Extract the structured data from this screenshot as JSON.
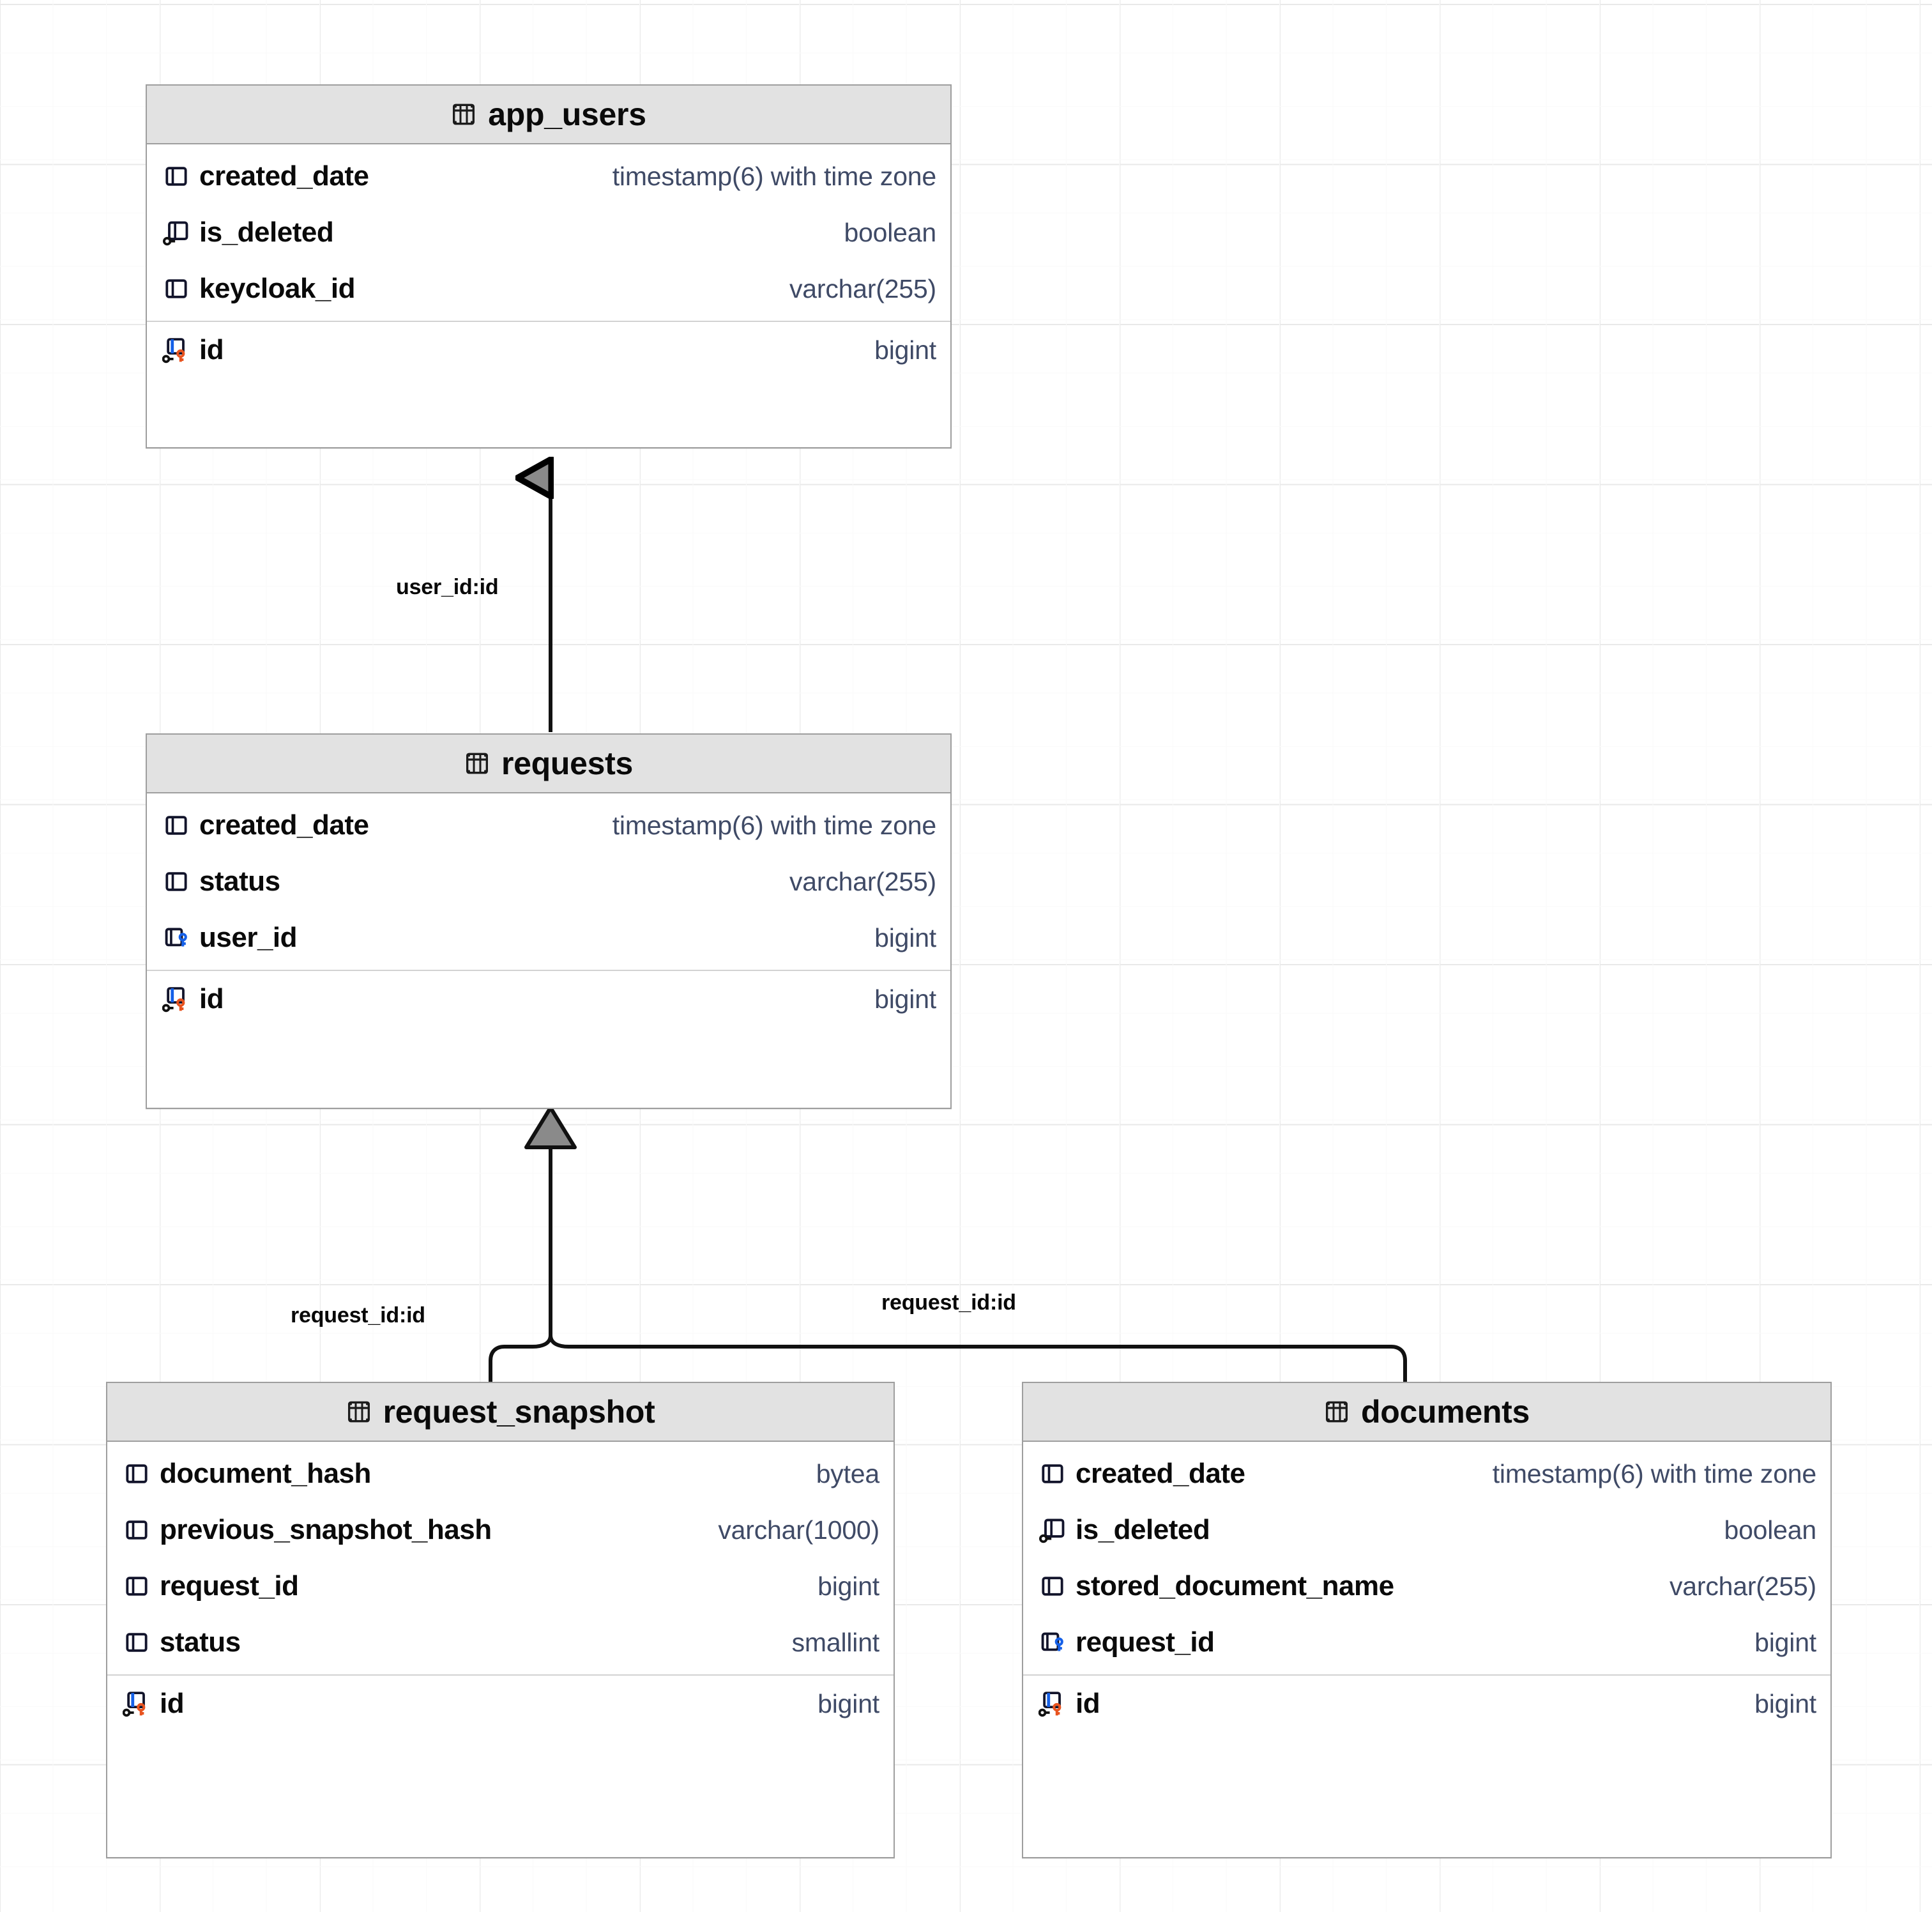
{
  "diagram": {
    "kind": "entity-relationship-diagram",
    "background": "#ffffff",
    "grid_minor_color": "#fafafa",
    "grid_major_color": "#e9e9e9",
    "header_fill": "#e2e2e2",
    "border_color": "#9e9e9e",
    "type_color": "#3f4a66",
    "pk_key_color": "#e8531f",
    "fk_key_color": "#1a5ce0"
  },
  "entities": [
    {
      "id": "app_users",
      "name": "app_users",
      "icon": "table-icon",
      "columns": [
        {
          "name": "created_date",
          "type": "timestamp(6) with time zone",
          "icon": "column-icon",
          "key": "none"
        },
        {
          "name": "is_deleted",
          "type": "boolean",
          "icon": "column-nullable-icon",
          "key": "none"
        },
        {
          "name": "keycloak_id",
          "type": "varchar(255)",
          "icon": "column-icon",
          "key": "none"
        }
      ],
      "primary_key": {
        "name": "id",
        "type": "bigint",
        "icon": "primary-key-icon",
        "key": "pk"
      }
    },
    {
      "id": "requests",
      "name": "requests",
      "icon": "table-icon",
      "columns": [
        {
          "name": "created_date",
          "type": "timestamp(6) with time zone",
          "icon": "column-icon",
          "key": "none"
        },
        {
          "name": "status",
          "type": "varchar(255)",
          "icon": "column-icon",
          "key": "none"
        },
        {
          "name": "user_id",
          "type": "bigint",
          "icon": "foreign-key-icon",
          "key": "fk"
        }
      ],
      "primary_key": {
        "name": "id",
        "type": "bigint",
        "icon": "primary-key-icon",
        "key": "pk"
      }
    },
    {
      "id": "request_snapshot",
      "name": "request_snapshot",
      "icon": "table-icon",
      "columns": [
        {
          "name": "document_hash",
          "type": "bytea",
          "icon": "column-icon",
          "key": "none"
        },
        {
          "name": "previous_snapshot_hash",
          "type": "varchar(1000)",
          "icon": "column-icon",
          "key": "none"
        },
        {
          "name": "request_id",
          "type": "bigint",
          "icon": "column-icon",
          "key": "none"
        },
        {
          "name": "status",
          "type": "smallint",
          "icon": "column-icon",
          "key": "none"
        }
      ],
      "primary_key": {
        "name": "id",
        "type": "bigint",
        "icon": "primary-key-icon",
        "key": "pk"
      }
    },
    {
      "id": "documents",
      "name": "documents",
      "icon": "table-icon",
      "columns": [
        {
          "name": "created_date",
          "type": "timestamp(6) with time zone",
          "icon": "column-icon",
          "key": "none"
        },
        {
          "name": "is_deleted",
          "type": "boolean",
          "icon": "column-nullable-icon",
          "key": "none"
        },
        {
          "name": "stored_document_name",
          "type": "varchar(255)",
          "icon": "column-icon",
          "key": "none"
        },
        {
          "name": "request_id",
          "type": "bigint",
          "icon": "foreign-key-icon",
          "key": "fk"
        }
      ],
      "primary_key": {
        "name": "id",
        "type": "bigint",
        "icon": "primary-key-icon",
        "key": "pk"
      }
    }
  ],
  "relationships": [
    {
      "id": "rel_requests_app_users",
      "label": "user_id:id",
      "from": "requests",
      "to": "app_users"
    },
    {
      "id": "rel_snapshot_requests",
      "label": "request_id:id",
      "from": "request_snapshot",
      "to": "requests"
    },
    {
      "id": "rel_documents_requests",
      "label": "request_id:id",
      "from": "documents",
      "to": "requests"
    }
  ]
}
